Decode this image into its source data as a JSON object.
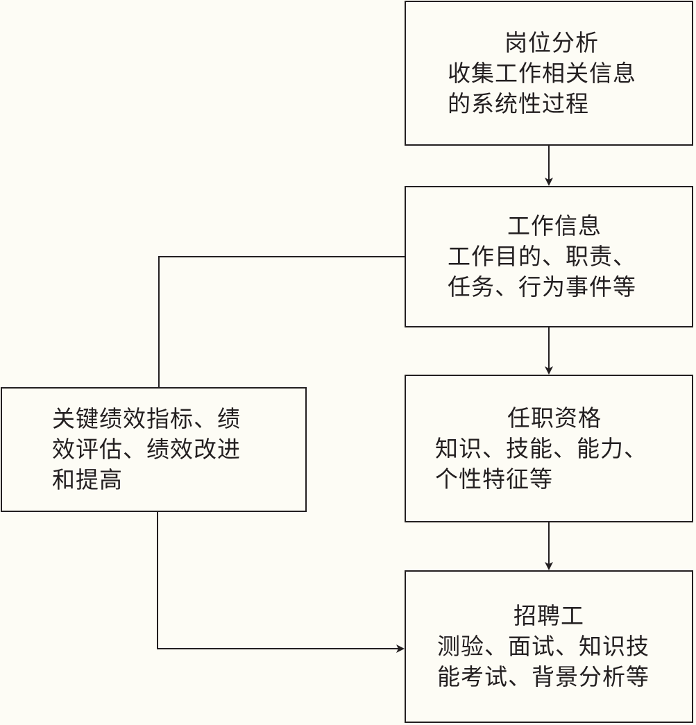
{
  "diagram": {
    "nodes": [
      {
        "id": "job-analysis",
        "lines": [
          "岗位分析",
          "收集工作相关信息",
          "的系统性过程"
        ]
      },
      {
        "id": "job-info",
        "lines": [
          "工作信息",
          "工作目的、职责、",
          "任务、行为事件等"
        ]
      },
      {
        "id": "qualification",
        "lines": [
          "任职资格",
          "知识、技能、能力、",
          "个性特征等"
        ]
      },
      {
        "id": "recruitment",
        "lines": [
          "招聘工",
          "测验、面试、知识技",
          "能考试、背景分析等"
        ]
      },
      {
        "id": "performance",
        "lines": [
          "关键绩效指标、绩",
          "效评估、绩效改进",
          "和提高"
        ]
      }
    ],
    "edges": [
      {
        "from": "job-analysis",
        "to": "job-info"
      },
      {
        "from": "job-info",
        "to": "qualification"
      },
      {
        "from": "qualification",
        "to": "recruitment"
      },
      {
        "from": "job-info",
        "to": "performance"
      },
      {
        "from": "performance",
        "to": "recruitment"
      }
    ],
    "colors": {
      "line": "#231f20",
      "background": "#fdfcf5"
    }
  }
}
